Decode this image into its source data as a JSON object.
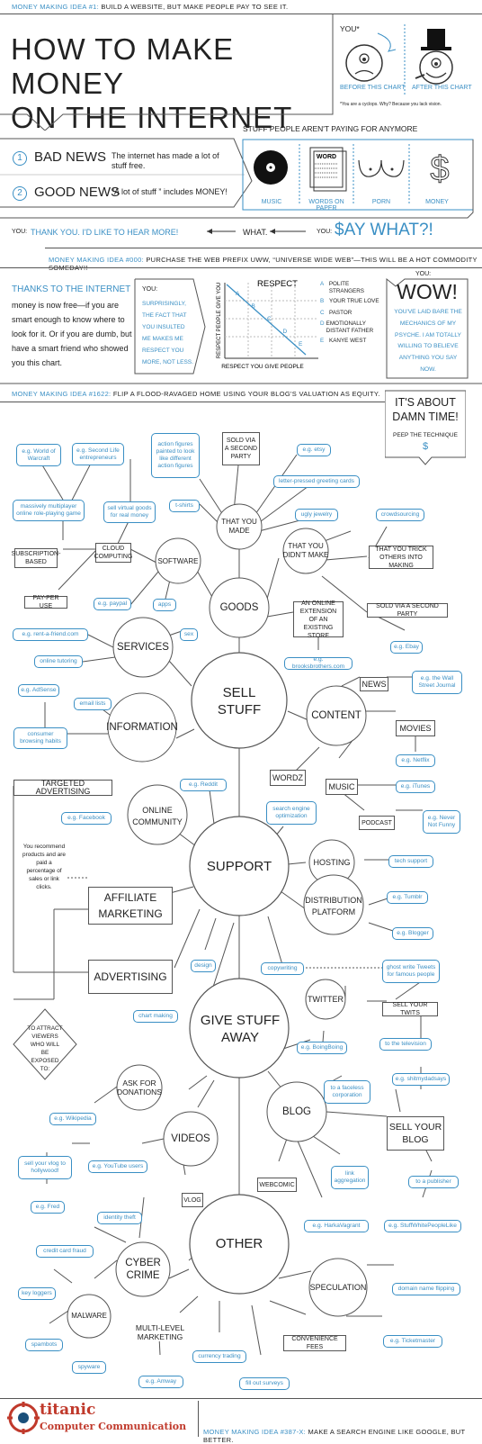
{
  "header": {
    "idea1_label": "MONEY MAKING IDEA #1:",
    "idea1_text": "BUILD A WEBSITE, BUT MAKE PEOPLE PAY TO SEE IT.",
    "title_line1": "HOW TO MAKE MONEY",
    "title_line2": "ON THE INTERNET",
    "you_label": "YOU*",
    "before_label": "BEFORE THIS CHART",
    "after_label": "AFTER THIS CHART",
    "footnote": "*You are a cyclops. Why? Because you lack vision."
  },
  "news": {
    "stuff_header": "STUFF PEOPLE AREN'T PAYING FOR ANYMORE",
    "bad_num": "1",
    "bad_label": "BAD NEWS",
    "bad_text": "The internet has made a lot of stuff free.",
    "good_num": "2",
    "good_label": "GOOD NEWS",
    "good_text": "“A lot of stuff ” includes MONEY!",
    "items": [
      "MUSIC",
      "WORDS ON PAPER",
      "PORN",
      "MONEY"
    ],
    "word_icon": "WORD"
  },
  "dialog": {
    "you1": "YOU:",
    "thanks": "THANK YOU. I'D LIKE TO HEAR MORE!",
    "what": "WHAT.",
    "you2": "YOU:",
    "say_what": "$AY WHAT?!"
  },
  "idea000": {
    "label": "MONEY MAKING IDEA #000:",
    "text": "PURCHASE THE WEB PREFIX UWW, “UNIVERSE WIDE WEB”—THIS WILL BE A HOT COMMODITY SOMEDAY!!"
  },
  "respect": {
    "thanks_title": "THANKS TO THE INTERNET",
    "thanks_body": "money is now free—if you are smart enough to know where to look for it. Or if you are dumb, but have a smart friend who showed you this chart.",
    "you_label": "YOU:",
    "you_text": "SURPRISINGLY, THE FACT THAT YOU INSULTED ME MAKES ME RESPECT YOU MORE, NOT LESS.",
    "chart_title": "RESPECT",
    "y_label": "RESPECT PEOPLE GIVE YOU",
    "x_label": "RESPECT YOU GIVE PEOPLE",
    "legend": [
      {
        "key": "A",
        "text": "POLITE STRANGERS"
      },
      {
        "key": "B",
        "text": "YOUR TRUE LOVE"
      },
      {
        "key": "C",
        "text": "PASTOR"
      },
      {
        "key": "D",
        "text": "EMOTIONALLY DISTANT FATHER"
      },
      {
        "key": "E",
        "text": "KANYE WEST"
      }
    ],
    "you2_label": "YOU:",
    "wow": "WOW!",
    "wow_text": "YOU'VE LAID BARE THE MECHANICS OF MY PSYCHE. I AM TOTALLY WILLING TO BELIEVE ANYTHING YOU SAY NOW."
  },
  "idea1622": {
    "label": "MONEY MAKING IDEA #1622:",
    "text": "FLIP A FLOOD-RAVAGED HOME USING YOUR BLOG'S VALUATION AS EQUITY."
  },
  "about_time": {
    "title": "IT'S ABOUT DAMN TIME!",
    "sub": "PEEP THE TECHNIQUE",
    "dollar": "$"
  },
  "mindmap": {
    "hubs": {
      "sell": "SELL STUFF",
      "support": "SUPPORT",
      "give": "GIVE STUFF AWAY",
      "other": "OTHER"
    },
    "circles": {
      "goods": "GOODS",
      "services": "SERVICES",
      "information": "INFORMATION",
      "content": "CONTENT",
      "made": "THAT YOU MADE",
      "didnt": "THAT YOU DIDN'T MAKE",
      "software": "SOFTWARE",
      "online": "ONLINE COMMUNITY",
      "hosting": "HOSTING",
      "distribution": "DISTRIBUTION PLATFORM",
      "twitter": "TWITTER",
      "ask": "ASK FOR DONATIONS",
      "videos": "VIDEOS",
      "blog": "BLOG",
      "cyber": "CYBER CRIME",
      "speculation": "SPECULATION",
      "malware": "MALWARE",
      "multilevel": "MULTI-LEVEL MARKETING"
    },
    "boxes": {
      "sold_second": "SOLD VIA A SECOND PARTY",
      "subscription": "SUBSCRIPTION-BASED",
      "cloud": "CLOUD COMPUTING",
      "pay_per_use": "PAY-PER USE",
      "trick": "THAT YOU TRICK OTHERS INTO MAKING",
      "extension": "AN ONLINE EXTENSION OF AN EXISTING STORE",
      "sold_second2": "SOLD VIA A SECOND PARTY",
      "news": "NEWS",
      "movies": "MOVIES",
      "wordz": "WORDZ",
      "music": "MUSIC",
      "podcast": "PODCAST",
      "targeted": "TARGETED ADVERTISING",
      "affiliate": "AFFILIATE MARKETING",
      "advertising": "ADVERTISING",
      "sell_twits": "SELL YOUR TWITS",
      "sell_blog": "SELL YOUR BLOG",
      "webcomic": "WEBCOMIC",
      "vlog": "VLOG",
      "convenience": "CONVENIENCE FEES"
    },
    "notes": {
      "affiliate_note": "You recommend products and are paid a percentage of sales or link clicks.",
      "attract": "TO ATTRACT VIEWERS WHO WILL BE EXPOSED TO:"
    },
    "pills": {
      "world_warcraft": "e.g. World of Warcraft",
      "second_life": "e.g. Second Life entrepreneurs",
      "action_figures": "action figures painted to look like different action figures",
      "etsy": "e.g. etsy",
      "letterpress": "letter-pressed greeting cards",
      "tshirts": "t-shirts",
      "ugly_jewelry": "ugly jewelry",
      "mmorpg": "massively multiplayer online role-playing game",
      "virtual_goods": "sell virtual goods for real money",
      "crowdsourcing": "crowdsourcing",
      "paypal": "e.g. paypal",
      "apps": "apps",
      "ebay": "e.g. Ebay",
      "rent_friend": "e.g. rent-a-friend.com",
      "sex": "sex",
      "tutoring": "online tutoring",
      "brooks": "e.g. brooksbrothers.com",
      "adsense": "e.g. AdSense",
      "email_lists": "email lists",
      "wsj": "e.g. the Wall Street Journal",
      "browsing": "consumer browsing habits",
      "netflix": "e.g. Netflix",
      "reddit": "e.g. Reddit",
      "itunes": "e.g. iTunes",
      "facebook": "e.g. Facebook",
      "seo": "search engine optimization",
      "never_funny": "e.g. Never Not Funny",
      "tech_support": "tech support",
      "tumblr": "e.g. Tumblr",
      "blogger": "e.g. Blogger",
      "design": "design",
      "copywriting": "copywriting",
      "ghost_tweets": "ghost write Tweets for famous people",
      "chart_making": "chart making",
      "boingboing": "e.g. BoingBoing",
      "television": "to the television",
      "shitmydad": "e.g. shitmydadsays",
      "faceless": "to a faceless corporation",
      "wikipedia": "e.g. Wikipedia",
      "vlog_holly": "sell your vlog to hollywood!",
      "youtube": "e.g. YouTube users",
      "link_agg": "link aggregation",
      "publisher": "to a publisher",
      "fred": "e.g. Fred",
      "harka": "e.g. HarkaVagrant",
      "stuffwhite": "e.g. StuffWhitePeopleLike",
      "identity": "identity theft",
      "cc_fraud": "credit card fraud",
      "keyloggers": "key loggers",
      "domain": "domain name flipping",
      "spambots": "spambots",
      "ticketmaster": "e.g. Ticketmaster",
      "currency": "currency trading",
      "spyware": "spyware",
      "amway": "e.g. Amway",
      "surveys": "fill out surveys"
    }
  },
  "footer": {
    "brand1": "titanic",
    "brand2": "Computer Communication",
    "idea_label": "MONEY MAKING IDEA #387-X:",
    "idea_text": "MAKE A SEARCH ENGINE LIKE GOOGLE, BUT BETTER."
  }
}
